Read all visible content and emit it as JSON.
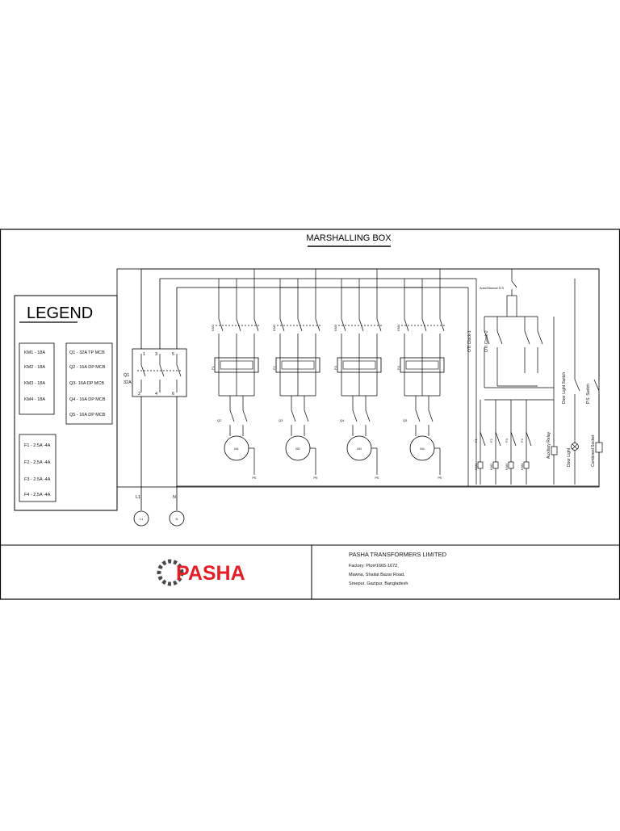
{
  "title": "MARSHALLING BOX",
  "legend": {
    "heading": "LEGEND",
    "contactors": [
      "KM1 - 18A",
      "KM2 - 18A",
      "KM3 - 18A",
      "KM4 - 18A"
    ],
    "breakers": [
      "Q1 - 32A TP MCB",
      "Q2 - 16A DP MCB",
      "Q3- 16A DP MCB",
      "Q4 - 16A DP MCB",
      "Q5 - 16A DP MCB"
    ],
    "overloads": [
      "F1 - 2.5A -4A",
      "F2 - 2.5A -4A",
      "F3 - 2.5A -4A",
      "F4 - 2.5A -4A"
    ]
  },
  "main_breaker": {
    "label": "Q1",
    "rating": "32A",
    "top_terminals": [
      "1",
      "3",
      "5"
    ],
    "bottom_terminals": [
      "2",
      "4",
      "6"
    ]
  },
  "supply": {
    "line_label": "L1",
    "neutral_label": "N",
    "line_symbol": "L1",
    "neutral_symbol": "N"
  },
  "motor_circuits": [
    {
      "contactor": "KM1",
      "overload": "F1",
      "breaker": "Q2",
      "motor": "M1",
      "pe": "PE"
    },
    {
      "contactor": "KM2",
      "overload": "F2",
      "breaker": "Q3",
      "motor": "M2",
      "pe": "PE"
    },
    {
      "contactor": "KM3",
      "overload": "F3",
      "breaker": "Q4",
      "motor": "M3",
      "pe": "PE"
    },
    {
      "contactor": "KM4",
      "overload": "F4",
      "breaker": "Q5",
      "motor": "M4",
      "pe": "PE"
    }
  ],
  "control": {
    "auto_manual": "Auto/Manual S.S",
    "otc_contacts": [
      "OTI Clock-1",
      "OTI Clock-2"
    ],
    "vertical_labels": [
      "Auxiliary Relay",
      "Door Light Switch",
      "Door Light",
      "P.S. Switch",
      "Combined Socket"
    ],
    "coils": [
      "KM1",
      "KM2",
      "KM3",
      "KM4"
    ],
    "overload_contacts": [
      "F1",
      "F2",
      "F3",
      "F4"
    ]
  },
  "company": {
    "logo_text": "PASHA",
    "name": "PASHA TRANSFORMERS LIMITED",
    "address_lines": [
      "Factory: Plot#1665-1672,",
      "Mawna, Shailat Bazar Road,",
      "Sreepur, Gazipur, Bangladesh"
    ]
  },
  "colors": {
    "logo_red": "#e21f26",
    "logo_gear": "#4a4a4a",
    "company_text": "#e21f26"
  }
}
